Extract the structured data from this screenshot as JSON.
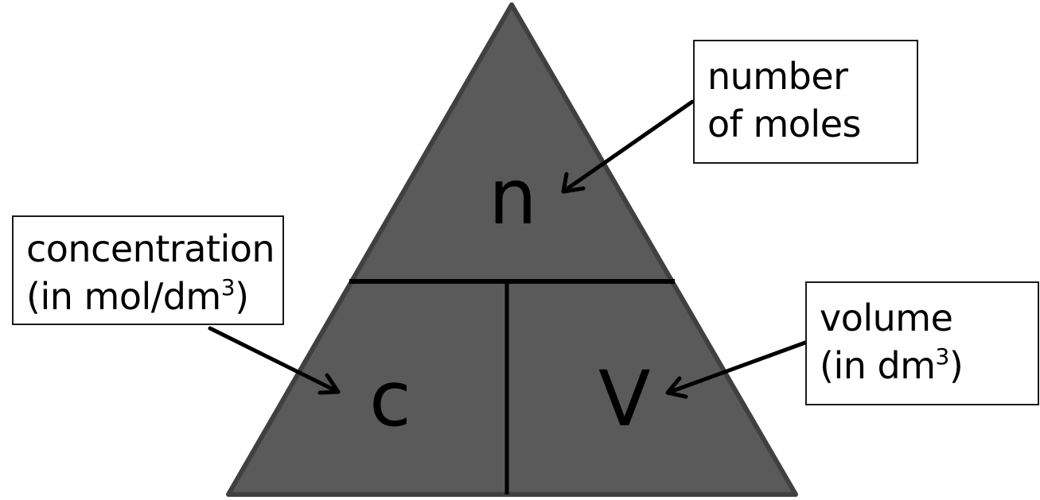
{
  "diagram": {
    "type": "formula-triangle",
    "colors": {
      "triangle_fill": "#5a5a5a",
      "triangle_border": "#404040",
      "divider": "#000000",
      "box_border": "#1a1a1a",
      "text": "#000000"
    },
    "variables": {
      "top": "n",
      "bottom_left": "c",
      "bottom_right": "V"
    },
    "labels": {
      "top": {
        "line1": "number",
        "line2": "of moles"
      },
      "left": {
        "line1": "concentration",
        "line2_prefix": "(in mol/dm",
        "line2_sup": "3",
        "line2_suffix": ")"
      },
      "right": {
        "line1": "volume",
        "line2_prefix": "(in dm",
        "line2_sup": "3",
        "line2_suffix": ")"
      }
    }
  }
}
